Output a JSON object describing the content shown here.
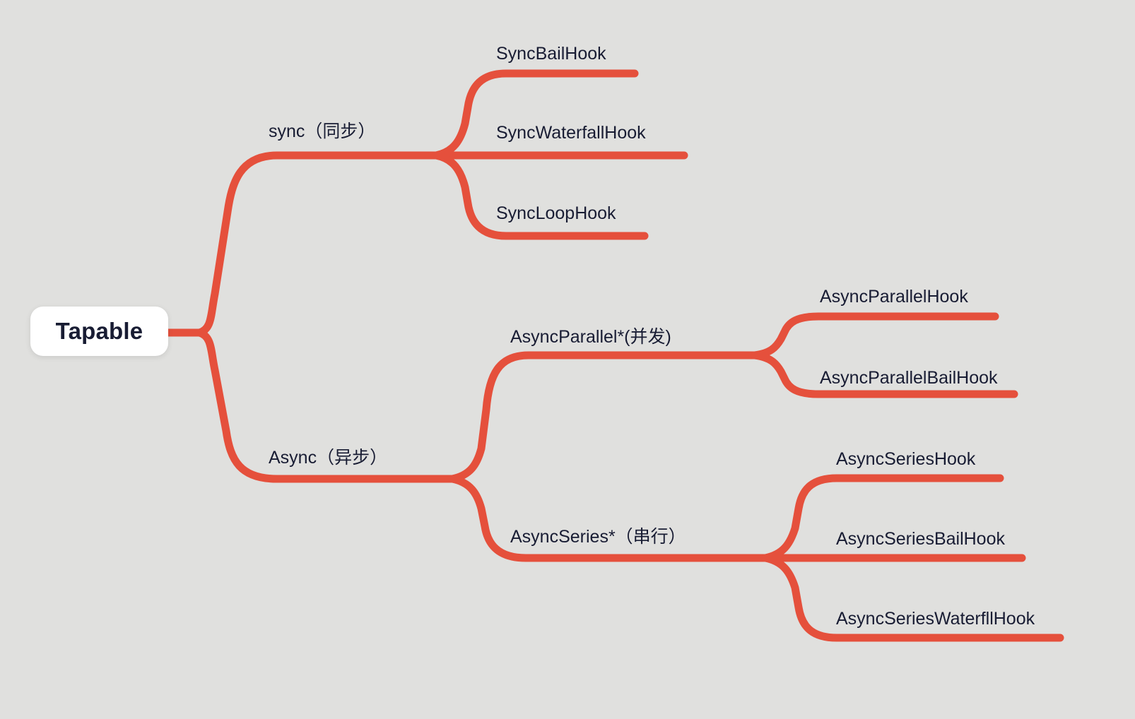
{
  "colors": {
    "background": "#e0e0de",
    "branch": "#e5503c",
    "text_primary": "#181c33",
    "root_bg": "#ffffff"
  },
  "diagram_type": "mindmap",
  "tree": {
    "root": {
      "label": "Tapable"
    },
    "children": [
      {
        "label": "sync（同步）",
        "children": [
          {
            "label": "SyncBailHook"
          },
          {
            "label": "SyncWaterfallHook"
          },
          {
            "label": "SyncLoopHook"
          }
        ]
      },
      {
        "label": "Async（异步）",
        "children": [
          {
            "label": "AsyncParallel*(并发)",
            "children": [
              {
                "label": "AsyncParallelHook"
              },
              {
                "label": "AsyncParallelBailHook"
              }
            ]
          },
          {
            "label": "AsyncSeries*（串行）",
            "children": [
              {
                "label": "AsyncSeriesHook"
              },
              {
                "label": "AsyncSeriesBailHook"
              },
              {
                "label": "AsyncSeriesWaterfllHook"
              }
            ]
          }
        ]
      }
    ]
  }
}
